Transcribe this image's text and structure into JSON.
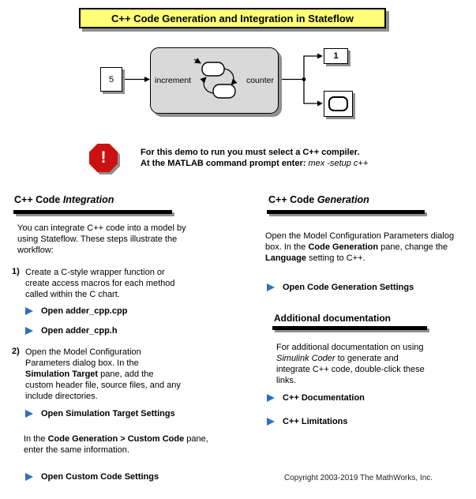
{
  "banner": {
    "title": "C++ Code Generation and Integration in Stateflow"
  },
  "diagram": {
    "constant_value": "5",
    "chart_input_label": "increment",
    "chart_output_label": "counter",
    "display_value": "1"
  },
  "warning": {
    "icon_glyph": "!",
    "line1": "For this demo to run you must select a C++ compiler.",
    "line2_label": "At the MATLAB command prompt enter: ",
    "line2_command": "mex -setup c++"
  },
  "left": {
    "heading_plain": "C++ Code ",
    "heading_italic": "Integration",
    "intro": "You can integrate C++ code into a model by using Stateflow. These steps illustrate the workflow:",
    "step1_num": "1)",
    "step1": "Create a C-style wrapper function or create access macros for each method called within the C chart.",
    "link_adder_cpp": "Open adder_cpp.cpp",
    "link_adder_h": "Open adder_cpp.h",
    "step2_num": "2)",
    "step2_a": "Open the Model Configuration Parameters dialog box. In the ",
    "step2_b": "Simulation Target",
    "step2_c": " pane, add the custom header file, source files, and any include directories.",
    "link_sim_target": "Open Simulation Target Settings",
    "note_a": "In the ",
    "note_b": "Code Generation > Custom Code",
    "note_c": " pane, enter the same information.",
    "link_custom_code": "Open Custom Code Settings"
  },
  "right": {
    "heading_plain": "C++ Code ",
    "heading_italic": "Generation",
    "para1_a": "Open the Model Configuration Parameters dialog box. In the ",
    "para1_b": "Code Generation",
    "para1_c": " pane, change the ",
    "para1_d": "Language",
    "para1_e": " setting to C++.",
    "link_codegen": "Open Code Generation Settings",
    "subheading": "Additional documentation",
    "para2_a": "For additional documentation on using ",
    "para2_b": "Simulink Coder",
    "para2_c": " to generate and integrate C++ code, double-click these links.",
    "link_docs": "C++ Documentation",
    "link_limits": "C++ Limitations"
  },
  "footer": {
    "copyright": "Copyright 2003-2019 The MathWorks, Inc."
  },
  "colors": {
    "banner_bg": "#ffff78",
    "block_fill": "#d9d9d9",
    "link_arrow": "#2e6fc0",
    "warning_red": "#cc1111",
    "shadow": "#8f8f8f"
  }
}
